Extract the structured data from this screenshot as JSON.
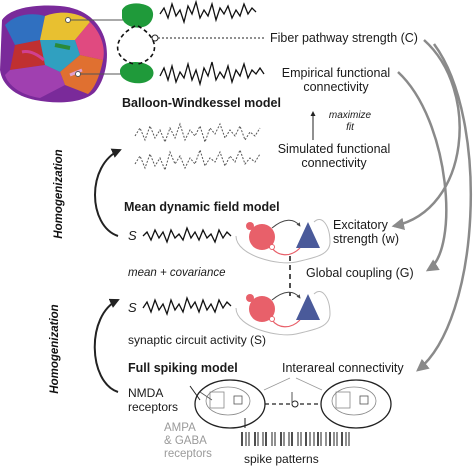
{
  "labels": {
    "fiber_pathway": "Fiber pathway strength (C)",
    "empirical_fc_line1": "Empirical functional",
    "empirical_fc_line2": "connectivity",
    "balloon_model": "Balloon-Windkessel model",
    "maximize": "maximize",
    "fit": "fit",
    "simulated_fc_line1": "Simulated functional",
    "simulated_fc_line2": "connectivity",
    "homogenization": "Homogenization",
    "mean_field_model": "Mean dynamic field model",
    "s_symbol": "S",
    "excitatory_line1": "Excitatory",
    "excitatory_line2": "strength (w)",
    "mean_cov": "mean + covariance",
    "global_coupling": "Global coupling (G)",
    "synaptic": "synaptic circuit activity (S)",
    "full_spiking": "Full spiking model",
    "interareal": "Interareal connectivity",
    "nmda_line1": "NMDA",
    "nmda_line2": "receptors",
    "ampa_line1": "AMPA",
    "ampa_line2": "& GABA",
    "ampa_line3": "receptors",
    "spike_patterns": "spike patterns"
  },
  "colors": {
    "excitatory": "#e8606a",
    "inhibitory": "#4a5a9a",
    "region_green": "#1f9a3a",
    "arrow_gray": "#8a8a8a",
    "text_gray": "#9a9a9a"
  }
}
